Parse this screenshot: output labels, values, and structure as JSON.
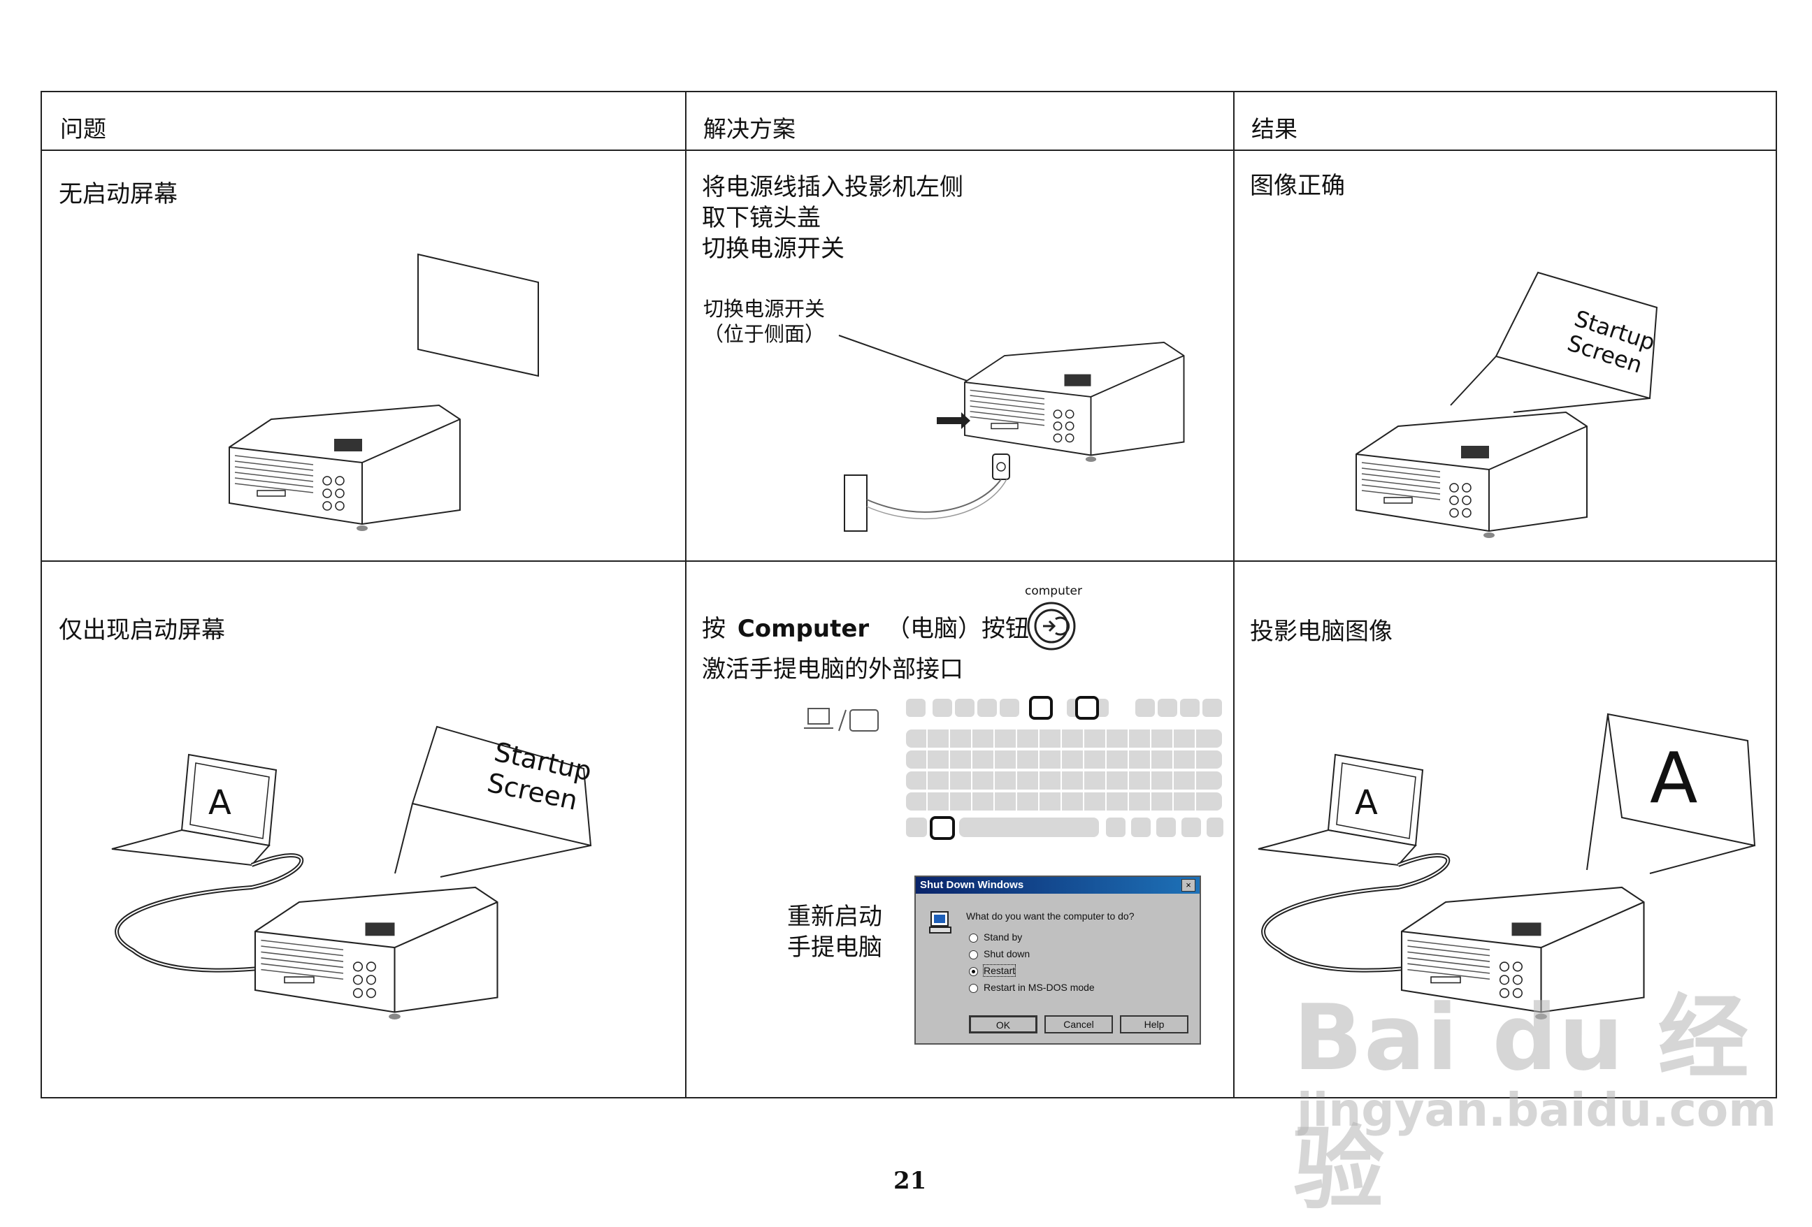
{
  "headers": {
    "problem": "问题",
    "solution": "解决方案",
    "result": "结果"
  },
  "row1": {
    "problem": "无启动屏幕",
    "solution_lines": [
      "将电源线插入投影机左侧",
      "取下镜头盖",
      "切换电源开关"
    ],
    "callout_lines": [
      "切换电源开关",
      "（位于侧面）"
    ],
    "result": "图像正确",
    "screen_text": [
      "Startup",
      "Screen"
    ]
  },
  "row2": {
    "problem": "仅出现启动屏幕",
    "problem_screen_text": [
      "Startup",
      "Screen"
    ],
    "laptop_letter": "A",
    "solution_line1_pre": "按",
    "solution_line1_bold": "Computer",
    "solution_line1_post": "（电脑）按钮",
    "button_caption": "computer",
    "solution_line2": "激活手提电脑的外部接口",
    "restart_lines": [
      "重新启动",
      "手提电脑"
    ],
    "result": "投影电脑图像",
    "result_screen_letter": "A"
  },
  "dialog": {
    "title": "Shut Down Windows",
    "close": "×",
    "question": "What do you want the computer to do?",
    "options": [
      "Stand by",
      "Shut down",
      "Restart",
      "Restart in MS-DOS mode"
    ],
    "selected": "Restart",
    "buttons": [
      "OK",
      "Cancel",
      "Help"
    ]
  },
  "page_number": "21",
  "watermark": {
    "brand": "Bai du 经验",
    "url": "jingyan.baidu.com"
  }
}
